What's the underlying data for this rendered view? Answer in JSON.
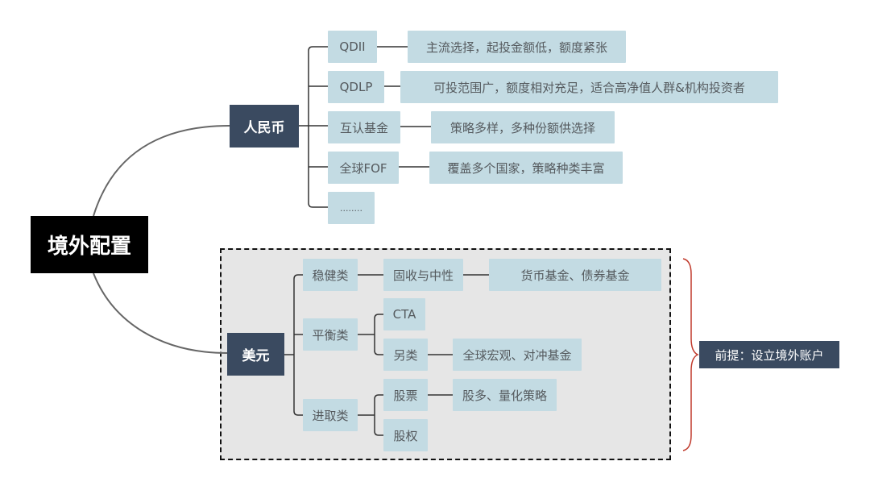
{
  "root": {
    "label": "境外配置"
  },
  "rmb": {
    "label": "人民币",
    "children": [
      {
        "label": "QDII",
        "desc": "主流选择，起投金额低，额度紧张"
      },
      {
        "label": "QDLP",
        "desc": "可投范围广，额度相对充足，适合高净值人群&机构投资者"
      },
      {
        "label": "互认基金",
        "desc": "策略多样，多种份额供选择"
      },
      {
        "label": "全球FOF",
        "desc": "覆盖多个国家，策略种类丰富"
      },
      {
        "label": "........"
      }
    ]
  },
  "usd": {
    "label": "美元",
    "children": [
      {
        "label": "稳健类",
        "children": [
          {
            "label": "固收与中性",
            "desc": "货币基金、债券基金"
          }
        ]
      },
      {
        "label": "平衡类",
        "children": [
          {
            "label": "CTA"
          },
          {
            "label": "另类",
            "desc": "全球宏观、对冲基金"
          }
        ]
      },
      {
        "label": "进取类",
        "children": [
          {
            "label": "股票",
            "desc": "股多、量化策略"
          },
          {
            "label": "股权"
          }
        ]
      }
    ]
  },
  "note": {
    "label": "前提：设立境外账户"
  },
  "colors": {
    "root": "#000000",
    "main": "#3a4a60",
    "leaf": "#c3dbe3",
    "leaf_text": "#555a5e",
    "group_bg": "#e6e6e6",
    "brace": "#c0392b"
  }
}
